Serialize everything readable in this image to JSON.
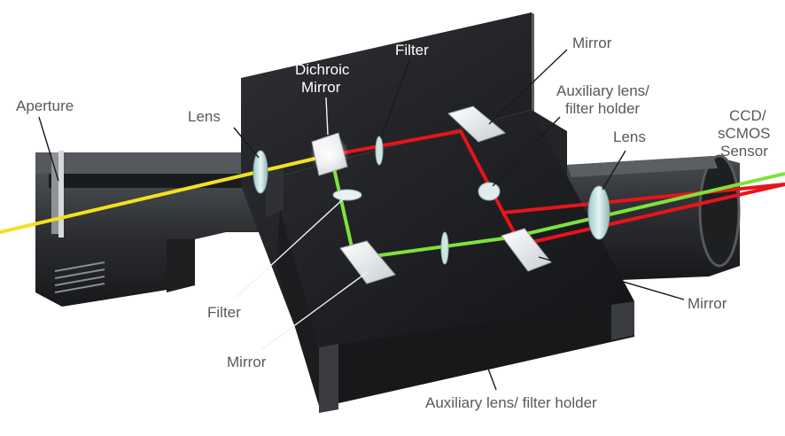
{
  "labels": {
    "aperture": "Aperture",
    "lens_left": "Lens",
    "dichroic_line1": "Dichroic",
    "dichroic_line2": "Mirror",
    "filter_top": "Filter",
    "mirror_top": "Mirror",
    "aux_top_line1": "Auxiliary lens/",
    "aux_top_line2": "filter holder",
    "lens_right": "Lens",
    "sensor_line1": "CCD/",
    "sensor_line2": "sCMOS",
    "sensor_line3": "Sensor",
    "filter_left": "Filter",
    "mirror_bottom_left": "Mirror",
    "mirror_bottom_right": "Mirror",
    "aux_bottom": "Auxiliary lens/ filter holder"
  },
  "colors": {
    "beam_yellow": "#f4e020",
    "beam_red": "#e8141a",
    "beam_green": "#7fe23a",
    "housing": "#2b2d30",
    "housing_light": "#45484c",
    "housing_dark": "#1c1d1f",
    "label_text": "#555a5e"
  }
}
